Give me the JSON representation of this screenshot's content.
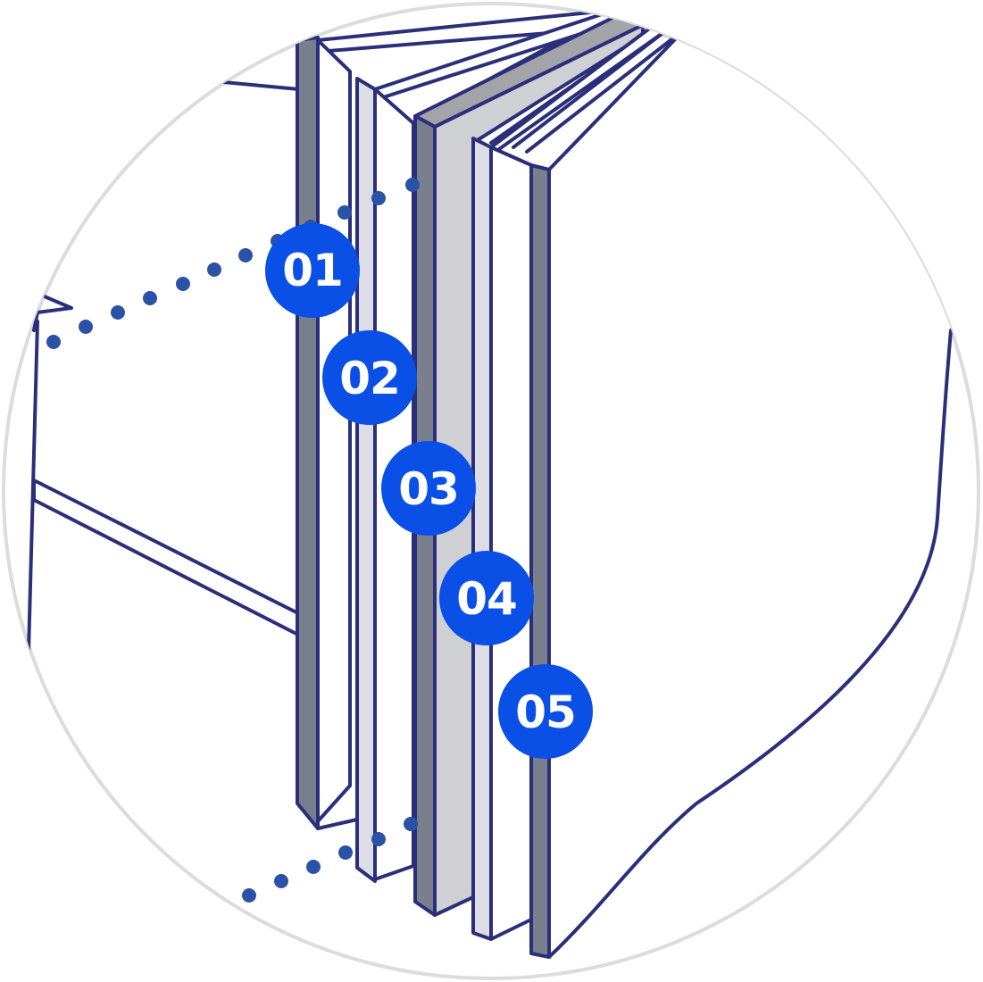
{
  "labels": [
    "01",
    "02",
    "03",
    "04",
    "05"
  ],
  "colors": {
    "line": "#2b2f7a",
    "badge": "#0a4fe6",
    "dots": "#2c52a8",
    "ring": "#dcdcdc",
    "layer_dark": "#7a7f8e",
    "layer_light": "#dcdde6",
    "layer_mid": "#cfd0d4"
  }
}
